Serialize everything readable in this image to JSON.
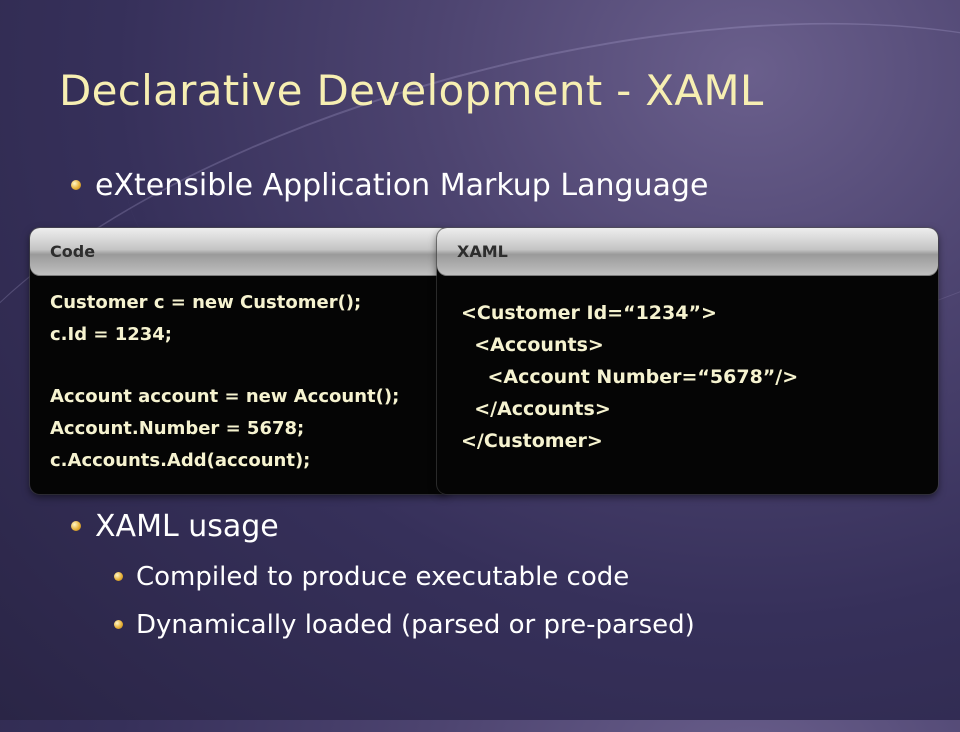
{
  "slide": {
    "title": "Declarative Development - XAML",
    "bullets": {
      "b1": "eXtensible Application Markup Language",
      "b2": "XAML usage",
      "b2_sub1": "Compiled to produce executable code",
      "b2_sub2": "Dynamically loaded (parsed or pre-parsed)"
    },
    "code_panel": {
      "header": "Code",
      "lines": [
        "Customer c = new Customer();",
        "c.Id = 1234;",
        "",
        "Account account = new Account();",
        "Account.Number = 5678;",
        "c.Accounts.Add(account);"
      ]
    },
    "xaml_panel": {
      "header": "XAML",
      "lines": [
        "<Customer Id=“1234”>",
        "  <Accounts>",
        "    <Account Number=“5678”/>",
        "  </Accounts>",
        "</Customer>"
      ]
    }
  },
  "colors": {
    "title": "#f7efb2",
    "bullet_text": "#ffffff",
    "code_text": "#f6f3d0",
    "background": "#3e3663"
  }
}
